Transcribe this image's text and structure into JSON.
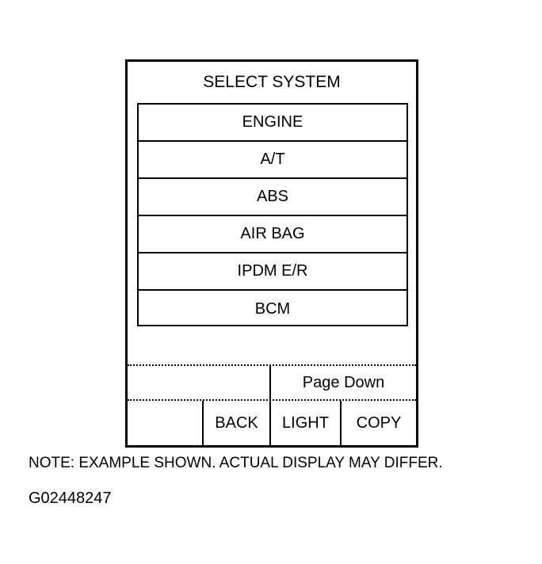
{
  "screen": {
    "title": "SELECT SYSTEM",
    "systems": [
      {
        "label": "ENGINE"
      },
      {
        "label": "A/T"
      },
      {
        "label": "ABS"
      },
      {
        "label": "AIR BAG"
      },
      {
        "label": "IPDM E/R"
      },
      {
        "label": "BCM"
      }
    ],
    "footer": {
      "page_down_label": "Page Down",
      "back_label": "BACK",
      "light_label": "LIGHT",
      "copy_label": "COPY"
    }
  },
  "caption": {
    "note": "NOTE: EXAMPLE SHOWN. ACTUAL DISPLAY MAY DIFFER.",
    "figure_code": "G02448247"
  }
}
